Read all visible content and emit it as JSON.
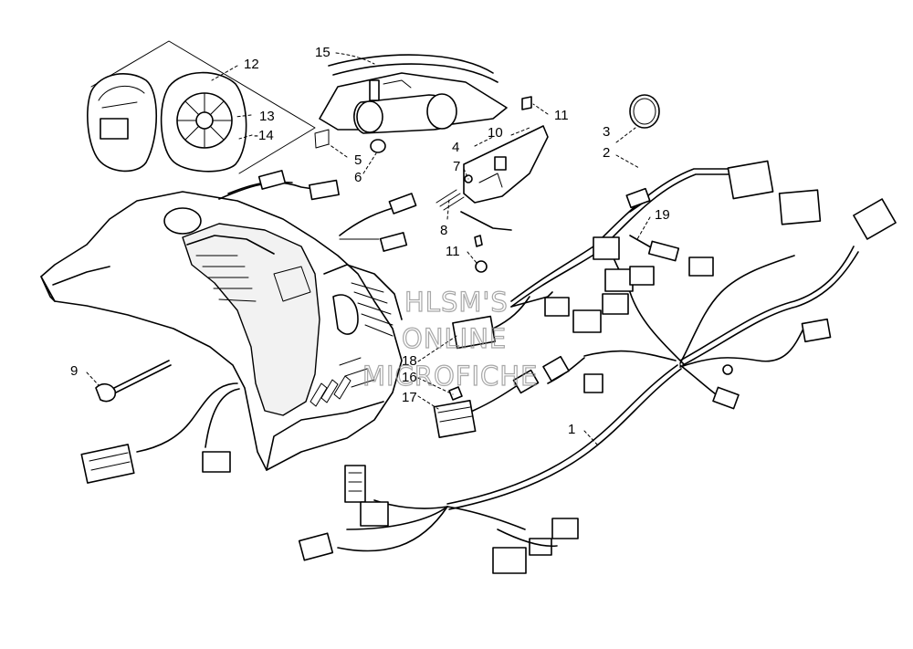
{
  "callouts": {
    "c1": "1",
    "c2": "2",
    "c3": "3",
    "c4": "4",
    "c5": "5",
    "c6": "6",
    "c7": "7",
    "c8": "8",
    "c9": "9",
    "c10": "10",
    "c11a": "11",
    "c11b": "11",
    "c12": "12",
    "c13": "13",
    "c14": "-14",
    "c15": "15",
    "c16": "16",
    "c17": "17",
    "c18": "18",
    "c19": "19"
  },
  "watermark": {
    "line1": "HLSM'S",
    "line2": "ONLINE",
    "line3": "MICROFICHE"
  }
}
